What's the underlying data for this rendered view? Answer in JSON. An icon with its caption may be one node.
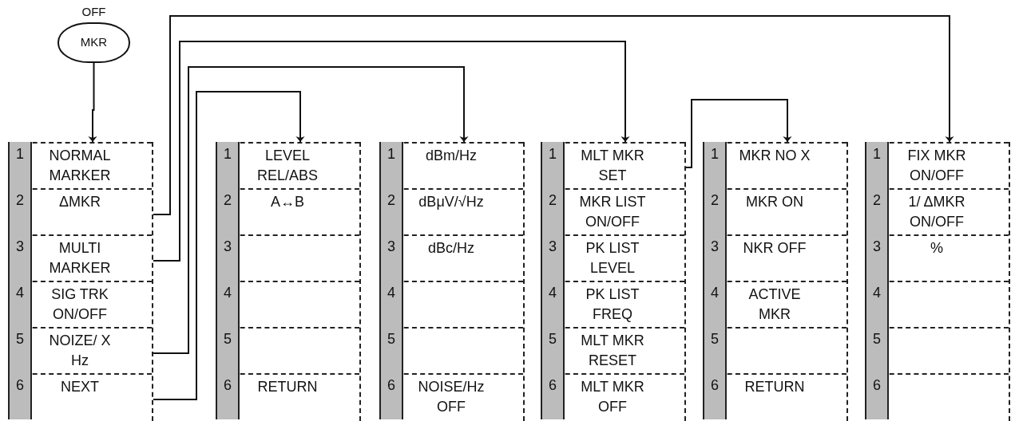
{
  "diagram": {
    "nodes": [
      {
        "text": [
          "MKR"
        ],
        "beside": [
          "OFF"
        ]
      },
      {
        "text": [],
        "shape": "box"
      },
      {
        "text": [
          "1",
          "NORMAL MARKER"
        ],
        "in": 1
      },
      {
        "text": [
          "2",
          "ΔMKR"
        ],
        "in": 1
      },
      {
        "text": [
          "3",
          "MULTI MARKER"
        ],
        "in": 1
      },
      {
        "text": [
          "4",
          "SIG TRK ON/OFF"
        ],
        "in": 1
      },
      {
        "text": [
          "5",
          "NOIZE/ X Hz"
        ],
        "in": 1
      },
      {
        "text": [
          "6",
          "NEXT"
        ],
        "in": 1
      },
      {
        "text": [],
        "shape": "box"
      },
      {
        "text": [
          "1",
          "LEVEL REL/ABS"
        ],
        "in": 8
      },
      {
        "text": [
          "2",
          "A↔B"
        ],
        "in": 8
      },
      {
        "text": [
          "3"
        ],
        "in": 8
      },
      {
        "text": [
          "4"
        ],
        "in": 8
      },
      {
        "text": [
          "5"
        ],
        "in": 8
      },
      {
        "text": [
          "6",
          "RETURN"
        ],
        "in": 8
      },
      {
        "text": [],
        "shape": "box"
      },
      {
        "text": [
          "1",
          "dBm/Hz"
        ],
        "in": 15
      },
      {
        "text": [
          "2",
          "dBμV/√Hz"
        ],
        "in": 15
      },
      {
        "text": [
          "3",
          "dBc/Hz"
        ],
        "in": 15
      },
      {
        "text": [
          "4"
        ],
        "in": 15
      },
      {
        "text": [
          "5"
        ],
        "in": 15
      },
      {
        "text": [
          "6",
          "NOISE/Hz OFF"
        ],
        "in": 15
      },
      {
        "text": [],
        "shape": "box"
      },
      {
        "text": [
          "1",
          "MLT MKR SET"
        ],
        "in": 22
      },
      {
        "text": [
          "2",
          "MKR LIST ON/OFF"
        ],
        "in": 22
      },
      {
        "text": [
          "3",
          "PK LIST LEVEL"
        ],
        "in": 22
      },
      {
        "text": [
          "4",
          "PK LIST FREQ"
        ],
        "in": 22
      },
      {
        "text": [
          "5",
          "MLT MKR RESET"
        ],
        "in": 22
      },
      {
        "text": [
          "6",
          "MLT MKR OFF"
        ],
        "in": 22
      },
      {
        "text": [],
        "shape": "box"
      },
      {
        "text": [
          "1",
          "MKR NO X"
        ],
        "in": 29
      },
      {
        "text": [
          "2",
          "MKR ON"
        ],
        "in": 29
      },
      {
        "text": [
          "3",
          "NKR OFF"
        ],
        "in": 29
      },
      {
        "text": [
          "4",
          "ACTIVE MKR"
        ],
        "in": 29
      },
      {
        "text": [
          "5"
        ],
        "in": 29
      },
      {
        "text": [
          "6",
          "RETURN"
        ],
        "in": 29
      },
      {
        "text": [],
        "shape": "box"
      },
      {
        "text": [
          "1",
          "FIX MKR ON/OFF"
        ],
        "in": 36
      },
      {
        "text": [
          "2",
          "1/ ΔMKR ON/OFF"
        ],
        "in": 36
      },
      {
        "text": [
          "3",
          "%"
        ],
        "in": 36
      },
      {
        "text": [
          "4"
        ],
        "in": 36
      },
      {
        "text": [
          "5"
        ],
        "in": 36
      },
      {
        "text": [
          "6"
        ],
        "in": 36
      }
    ],
    "edges": [
      {
        "from": 0,
        "to": 1,
        "arrow": "to"
      },
      {
        "from": 3,
        "to": 36,
        "arrow": "to"
      },
      {
        "from": 4,
        "to": 22,
        "arrow": "to"
      },
      {
        "from": 6,
        "to": 15,
        "arrow": "to"
      },
      {
        "from": 7,
        "to": 8,
        "arrow": "to"
      },
      {
        "from": 23,
        "to": 29,
        "arrow": "to"
      }
    ]
  }
}
